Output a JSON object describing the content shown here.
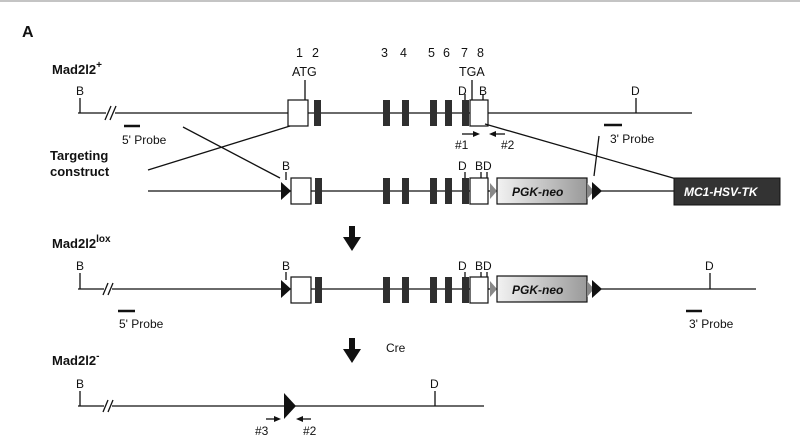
{
  "panel_label": "A",
  "alleles": {
    "wt": {
      "name": "Mad2l2",
      "sup": "+"
    },
    "targeting": {
      "line1": "Targeting",
      "line2": "construct"
    },
    "lox": {
      "name": "Mad2l2",
      "sup": "lox"
    },
    "ko": {
      "name": "Mad2l2",
      "sup": "-"
    }
  },
  "exon_numbers": [
    "1",
    "2",
    "3",
    "4",
    "5",
    "6",
    "7",
    "8"
  ],
  "codons": {
    "start": "ATG",
    "stop": "TGA"
  },
  "sites": {
    "b": "B",
    "d": "D",
    "bd": "BD"
  },
  "probes": {
    "five_prime": "5' Probe",
    "three_prime": "3' Probe"
  },
  "primers": {
    "p1": "#1",
    "p2": "#2",
    "p3": "#3"
  },
  "cassettes": {
    "neo": "PGK-neo",
    "tk": "MC1-HSV-TK"
  },
  "arrow_cre": "Cre",
  "colors": {
    "exon": "#2f2f2f",
    "tk_box": "#333333",
    "neo_light": "#eeeeee",
    "neo_dark": "#9a9a9a"
  }
}
